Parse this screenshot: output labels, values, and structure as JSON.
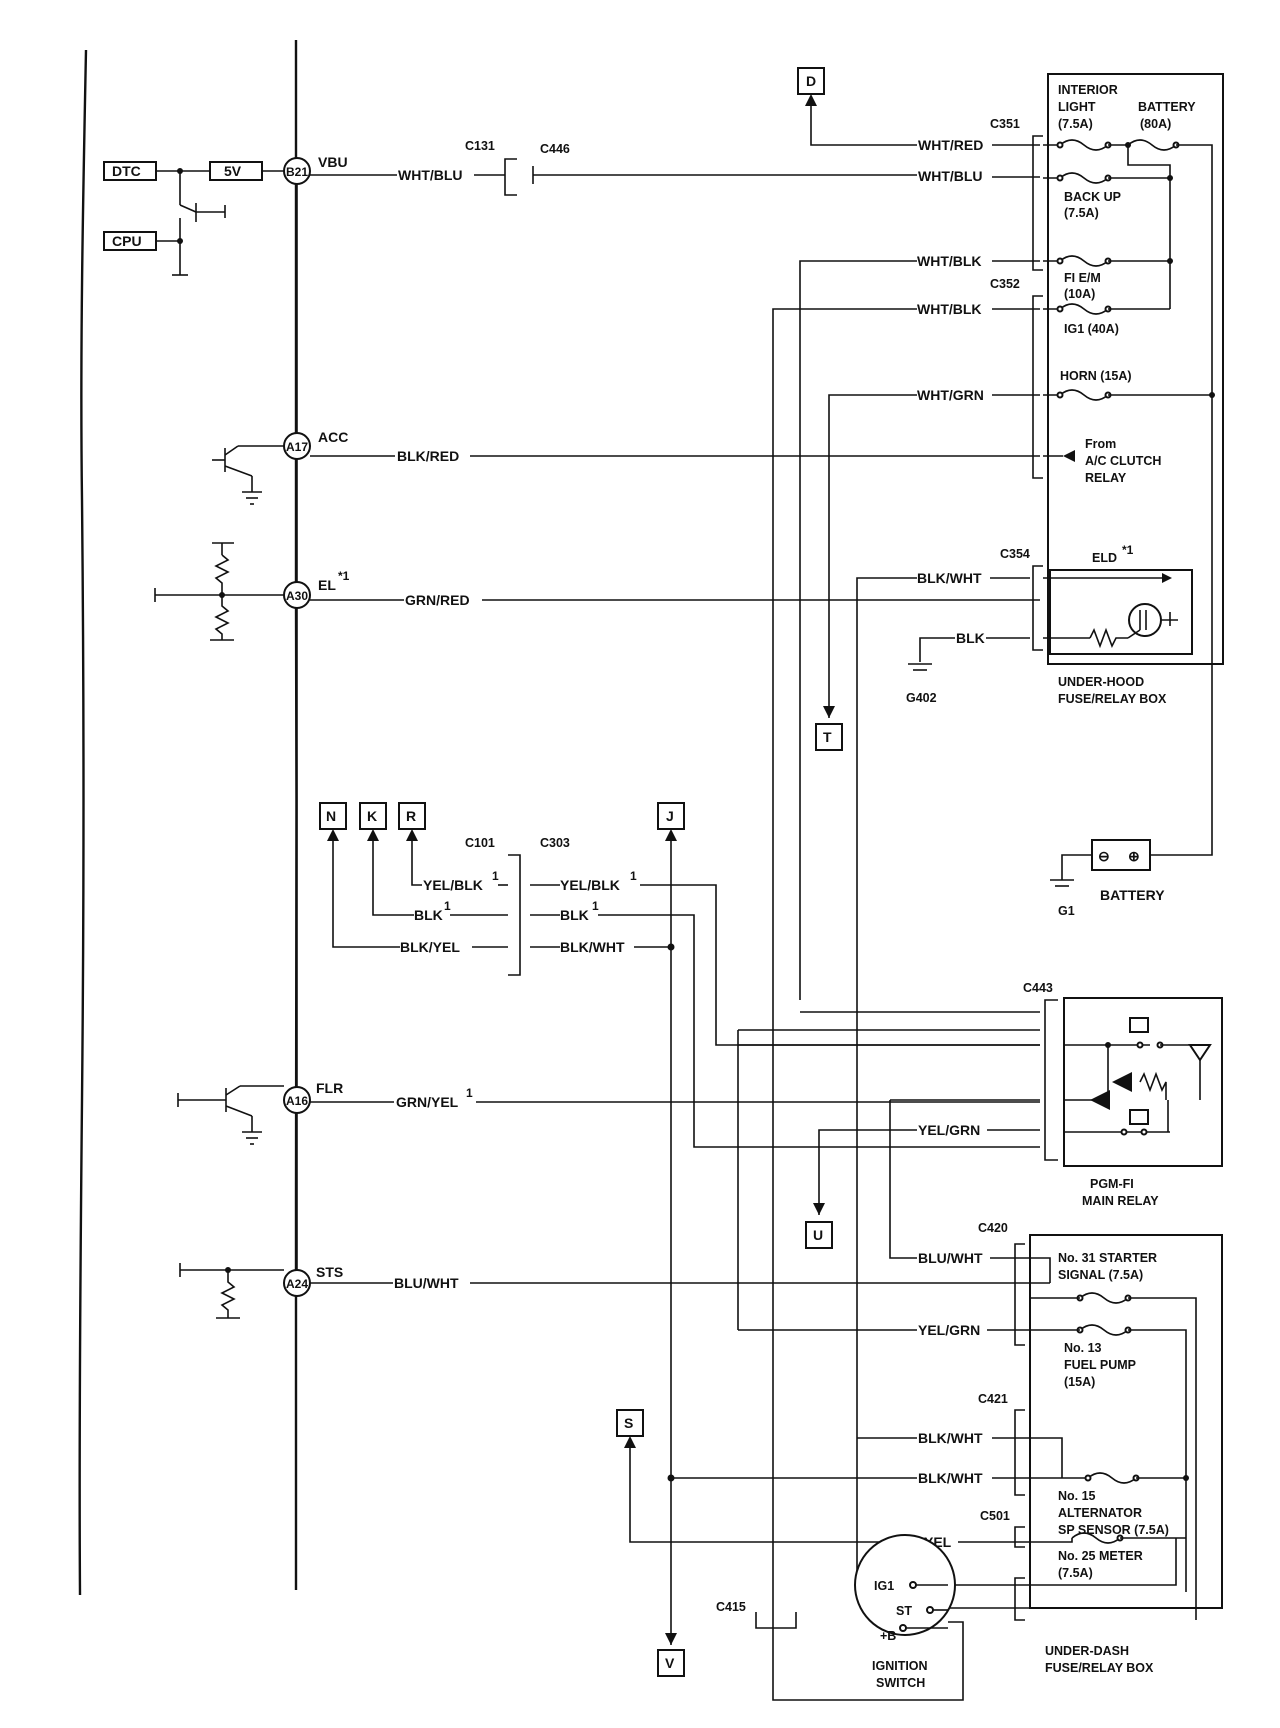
{
  "ecm": {
    "blocks": {
      "dtc": "DTC",
      "cpu": "CPU",
      "v5": "5V"
    },
    "pins": [
      {
        "id": "B21",
        "name": "VBU",
        "wire": "WHT/BLU"
      },
      {
        "id": "A17",
        "name": "ACC",
        "wire": "BLK/RED"
      },
      {
        "id": "A30",
        "name": "EL",
        "sup": "*1",
        "wire": "GRN/RED"
      },
      {
        "id": "A16",
        "name": "FLR",
        "wire": "GRN/YEL",
        "sup": "1"
      },
      {
        "id": "A24",
        "name": "STS",
        "wire": "BLU/WHT"
      }
    ]
  },
  "connectors": {
    "c131": "C131",
    "c446": "C446",
    "c351": "C351",
    "c352": "C352",
    "c354": "C354",
    "c101": "C101",
    "c303": "C303",
    "c443": "C443",
    "c420": "C420",
    "c421": "C421",
    "c501": "C501",
    "c415": "C415"
  },
  "wires": {
    "wht_red": "WHT/RED",
    "wht_blu": "WHT/BLU",
    "wht_blk": "WHT/BLK",
    "wht_grn": "WHT/GRN",
    "blk_wht": "BLK/WHT",
    "blk": "BLK",
    "blk_yel": "BLK/YEL",
    "yel_blk": "YEL/BLK",
    "yel_grn": "YEL/GRN",
    "blu_wht": "BLU/WHT",
    "yel": "YEL",
    "sup1": "1"
  },
  "terminals": {
    "d": "D",
    "t": "T",
    "n": "N",
    "k": "K",
    "r": "R",
    "j": "J",
    "u": "U",
    "s": "S",
    "v": "V"
  },
  "under_hood": {
    "interior_light": [
      "INTERIOR",
      "LIGHT",
      "(7.5A)"
    ],
    "battery_fuse": [
      "BATTERY",
      "(80A)"
    ],
    "back_up": [
      "BACK UP",
      "(7.5A)"
    ],
    "fi_em": [
      "FI E/M",
      "(10A)"
    ],
    "ig1": "IG1 (40A)",
    "horn": "HORN (15A)",
    "ac_relay": [
      "From",
      "A/C CLUTCH",
      "RELAY"
    ],
    "eld": "ELD",
    "eld_sup": "*1",
    "ground": "G402",
    "title": [
      "UNDER-HOOD",
      "FUSE/RELAY BOX"
    ]
  },
  "battery": {
    "label": "BATTERY",
    "ground": "G1",
    "neg": "⊖",
    "pos": "⊕"
  },
  "main_relay": {
    "title": [
      "PGM-FI",
      "MAIN RELAY"
    ]
  },
  "under_dash": {
    "no31": [
      "No. 31 STARTER",
      "SIGNAL (7.5A)"
    ],
    "no13": [
      "No. 13",
      "FUEL PUMP",
      "(15A)"
    ],
    "no15": [
      "No. 15",
      "ALTERNATOR",
      "SP SENSOR (7.5A)"
    ],
    "no25": [
      "No. 25 METER",
      "(7.5A)"
    ],
    "title": [
      "UNDER-DASH",
      "FUSE/RELAY BOX"
    ]
  },
  "ignition": {
    "ig1": "IG1",
    "st": "ST",
    "b": "+B",
    "title": [
      "IGNITION",
      "SWITCH"
    ]
  }
}
